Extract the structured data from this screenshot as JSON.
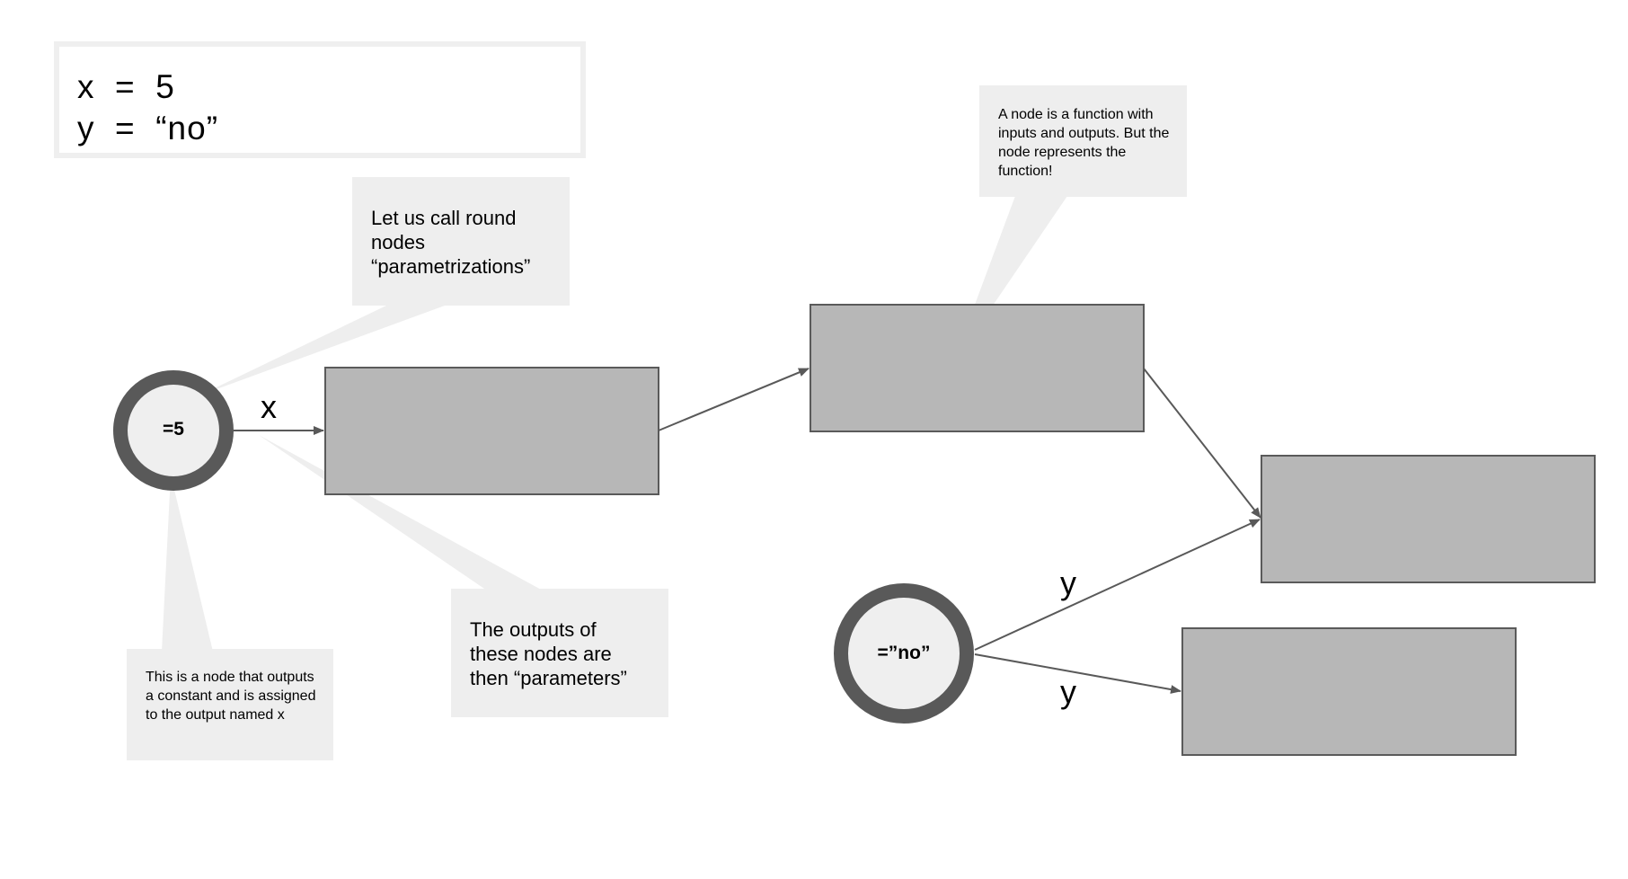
{
  "code": {
    "line1": "x  =  5",
    "line2": "y  =  “no”"
  },
  "nodes": {
    "const_x_label": "=5",
    "const_y_label": "=”no”"
  },
  "edges": {
    "x_label": "x",
    "y_label_1": "y",
    "y_label_2": "y"
  },
  "callouts": {
    "parametrizations": "Let us call round nodes “parametrizations”",
    "function_node": "A node is a function with inputs and outputs. But the node represents the function!",
    "constant_node": "This is a node that outputs a constant and is assigned to the output named x",
    "parameters": "The outputs of these nodes are then “parameters”"
  },
  "colors": {
    "function_box": "#b7b7b7",
    "function_border": "#5a5a5a",
    "circle_ring": "#595959",
    "circle_fill": "#efefef",
    "callout": "#eeeeee",
    "edge": "#595959"
  }
}
